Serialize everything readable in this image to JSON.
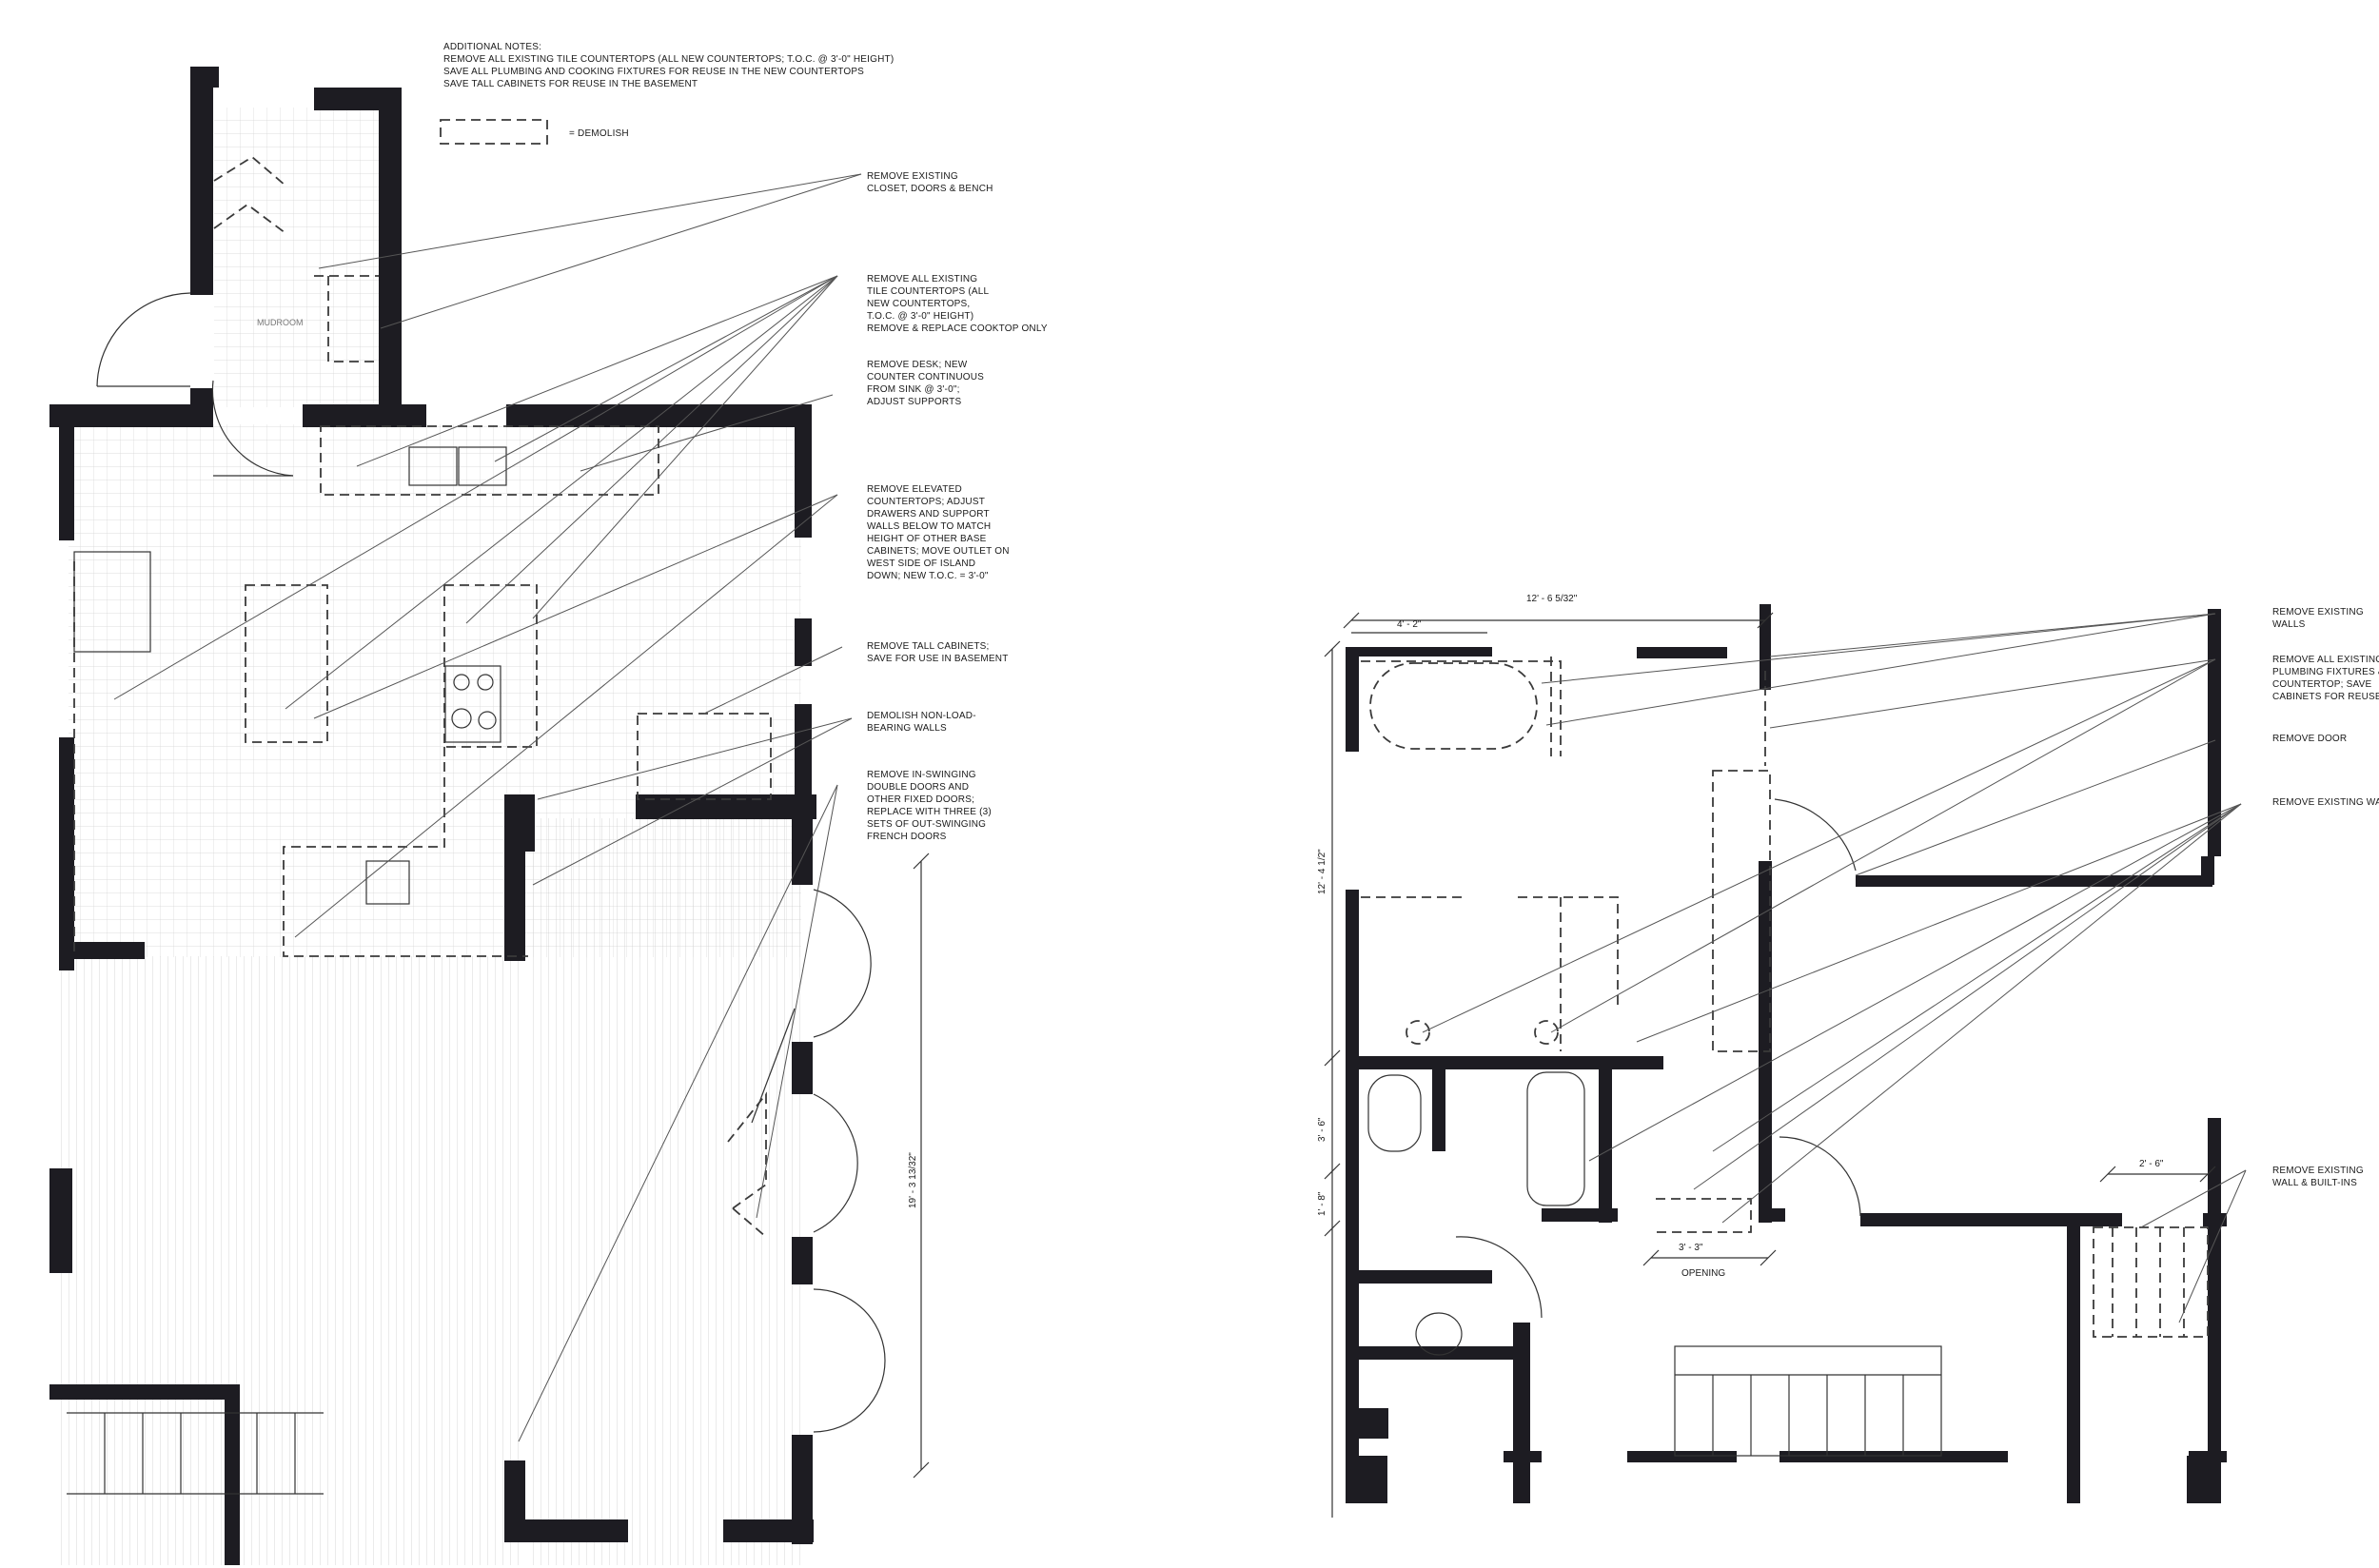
{
  "colors": {
    "wall": "#1d1c22",
    "line": "#333333",
    "grid": "#d4d4d4"
  },
  "left_plan": {
    "additional_notes": [
      "ADDITIONAL NOTES:",
      "REMOVE ALL EXISTING TILE COUNTERTOPS (ALL NEW COUNTERTOPS; T.O.C. @ 3'-0\" HEIGHT)",
      "SAVE ALL PLUMBING AND COOKING FIXTURES FOR REUSE IN THE NEW COUNTERTOPS",
      "SAVE TALL CABINETS FOR REUSE IN THE BASEMENT"
    ],
    "legend_label": "= DEMOLISH",
    "room_label": "MUDROOM",
    "dimension_label": "19' - 3 13/32\"",
    "callouts": [
      {
        "lines": [
          "REMOVE EXISTING",
          "CLOSET, DOORS & BENCH"
        ]
      },
      {
        "lines": [
          "REMOVE ALL EXISTING",
          "TILE COUNTERTOPS (ALL",
          "NEW COUNTERTOPS,",
          "T.O.C. @ 3'-0\" HEIGHT)",
          "REMOVE & REPLACE COOKTOP ONLY"
        ]
      },
      {
        "lines": [
          "REMOVE DESK; NEW",
          "COUNTER CONTINUOUS",
          "FROM SINK @ 3'-0\";",
          "ADJUST SUPPORTS"
        ]
      },
      {
        "lines": [
          "REMOVE ELEVATED",
          "COUNTERTOPS; ADJUST",
          "DRAWERS AND SUPPORT",
          "WALLS BELOW TO MATCH",
          "HEIGHT OF OTHER BASE",
          "CABINETS; MOVE OUTLET ON",
          "WEST SIDE OF ISLAND",
          "DOWN; NEW T.O.C. = 3'-0\""
        ]
      },
      {
        "lines": [
          "REMOVE TALL CABINETS;",
          "SAVE FOR USE IN BASEMENT"
        ]
      },
      {
        "lines": [
          "DEMOLISH NON-LOAD-",
          "BEARING WALLS"
        ]
      },
      {
        "lines": [
          "REMOVE IN-SWINGING",
          "DOUBLE DOORS AND",
          "OTHER FIXED DOORS;",
          "REPLACE WITH THREE (3)",
          "SETS OF OUT-SWINGING",
          "FRENCH DOORS"
        ]
      }
    ]
  },
  "right_plan": {
    "dims": {
      "top_width": "12' - 6 5/32\"",
      "tub_width": "4' - 2\"",
      "height_main": "12' - 4 1/2\"",
      "height_bath": "3' - 6\"",
      "height_small": "1' - 8\"",
      "opening_width": "3' - 3\"",
      "opening_label": "OPENING",
      "shelf_width": "2' - 6\""
    },
    "callouts": [
      {
        "lines": [
          "REMOVE EXISTING",
          "WALLS"
        ]
      },
      {
        "lines": [
          "REMOVE ALL EXISTING",
          "PLUMBING FIXTURES &",
          "COUNTERTOP; SAVE",
          "CABINETS FOR REUSE"
        ]
      },
      {
        "lines": [
          "REMOVE DOOR"
        ]
      },
      {
        "lines": [
          "REMOVE EXISTING WALLS"
        ]
      },
      {
        "lines": [
          "REMOVE EXISTING",
          "WALL & BUILT-INS"
        ]
      }
    ]
  }
}
